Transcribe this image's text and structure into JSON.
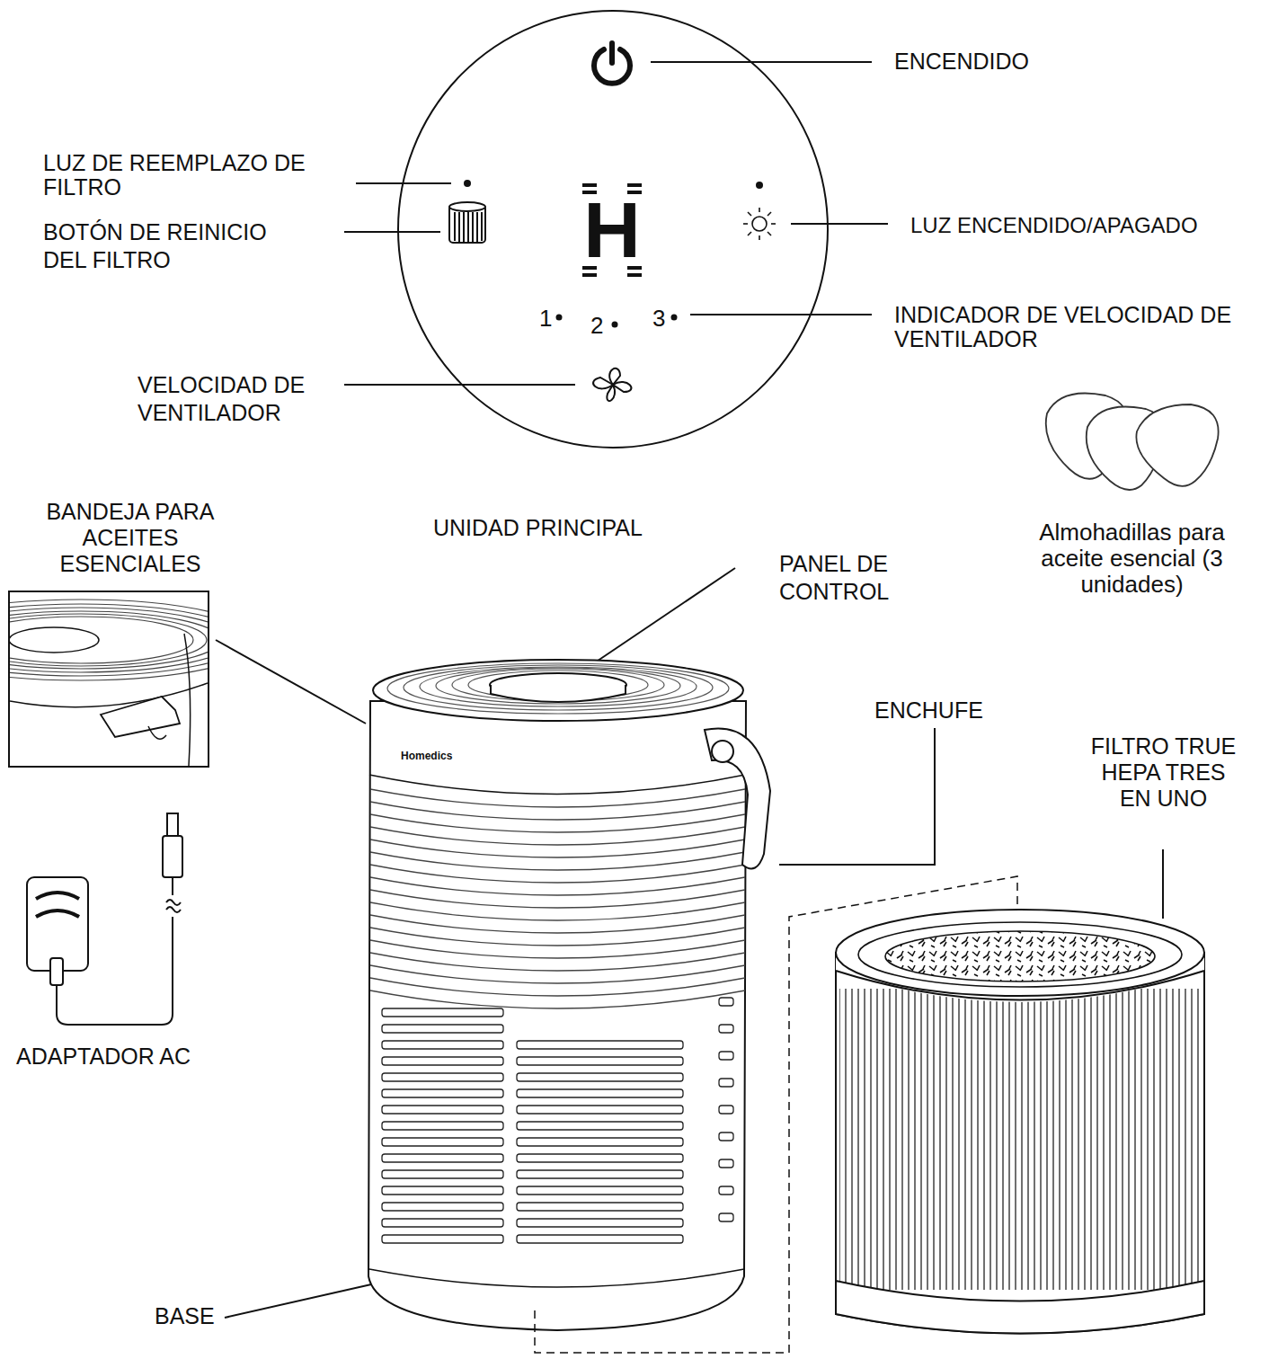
{
  "diagram": {
    "nodes": [
      {
        "text": [
          "1",
          "2",
          "3"
        ]
      }
    ],
    "labels": [
      "ENCENDIDO",
      "LUZ DE REEMPLAZO DE FILTRO",
      "BOTÓN DE REINICIO DEL FILTRO",
      "H",
      "LUZ ENCENDIDO/APAGADO",
      "INDICADOR DE VELOCIDAD DE VENTILADOR",
      "VELOCIDAD DE VENTILADOR",
      "BANDEJA PARA ACEITES ESENCIALES",
      "UNIDAD PRINCIPAL",
      "PANEL DE CONTROL",
      "Almohadillas para aceite esencial (3 unidades)",
      "Homedics",
      "ENCHUFE",
      "FILTRO TRUE HEPA TRES EN UNO",
      "ADAPTADOR AC",
      "BASE"
    ]
  }
}
